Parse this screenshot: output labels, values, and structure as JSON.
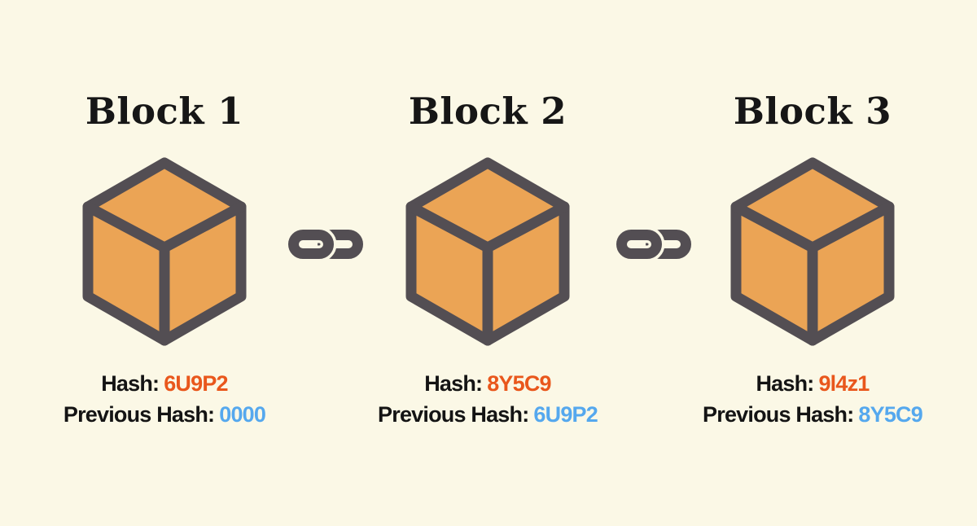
{
  "colors": {
    "background": "#FBF8E6",
    "cube_fill": "#EBA455",
    "outline_color": "#534E53",
    "title_color": "#161616",
    "label_color": "#141414",
    "hash_color": "#E9571C",
    "prev_hash_color": "#55A8EE"
  },
  "icons": {
    "block": "cube-icon",
    "connector": "chain-link-icon"
  },
  "blocks": [
    {
      "title": "Block 1",
      "hash_label": "Hash:",
      "hash_value": "6U9P2",
      "prev_hash_label": "Previous Hash:",
      "prev_hash_value": "0000"
    },
    {
      "title": "Block 2",
      "hash_label": "Hash:",
      "hash_value": "8Y5C9",
      "prev_hash_label": "Previous Hash:",
      "prev_hash_value": "6U9P2"
    },
    {
      "title": "Block 3",
      "hash_label": "Hash:",
      "hash_value": "9l4z1",
      "prev_hash_label": "Previous Hash:",
      "prev_hash_value": "8Y5C9"
    }
  ]
}
